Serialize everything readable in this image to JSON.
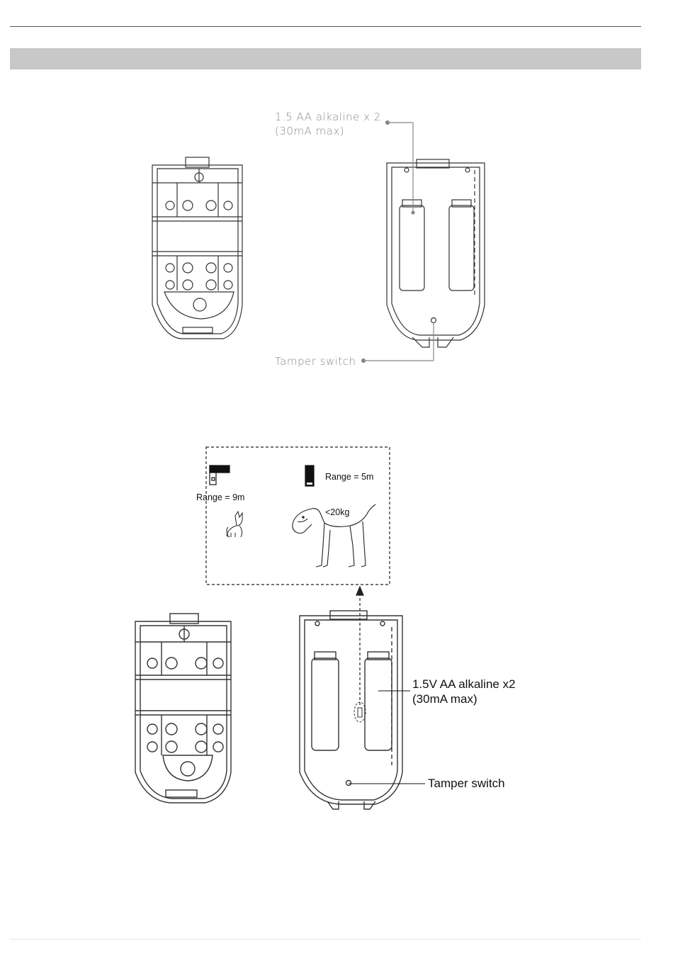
{
  "figure1": {
    "battery_label_line1": "1.5 AA alkaline x 2",
    "battery_label_line2": "(30mA max)",
    "tamper_label": "Tamper switch"
  },
  "figure2": {
    "range_9m": "Range = 9m",
    "range_5m": "Range = 5m",
    "weight_label": "<20kg",
    "battery_label_line1": "1.5V AA alkaline x2",
    "battery_label_line2": "(30mA max)",
    "tamper_label": "Tamper switch"
  }
}
